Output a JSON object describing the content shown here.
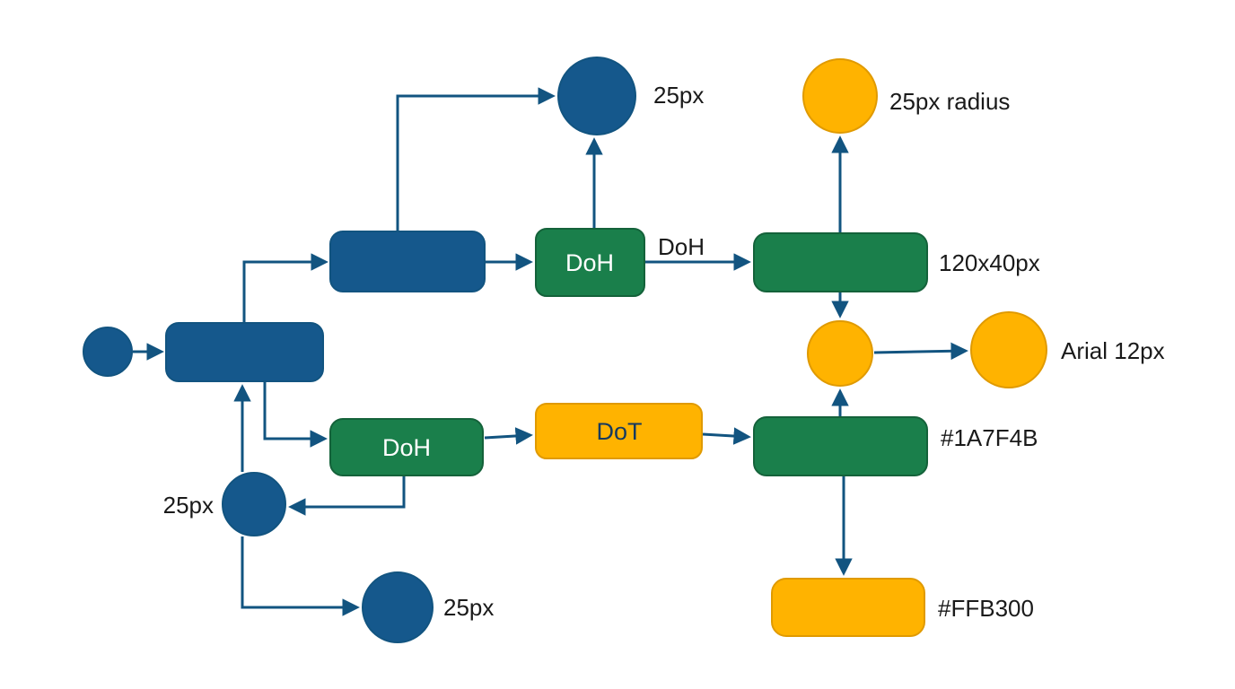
{
  "colors": {
    "background": "#ffffff",
    "blue": "#15588C",
    "green": "#1A7F4B",
    "orange": "#FFB300",
    "edge": "#125480",
    "green-border": "#14623A",
    "orange-border": "#E09A00",
    "label": "#1A1A1A",
    "node-text-light": "#ffffff",
    "node-text-dark": "#163A5F"
  },
  "diagram": {
    "type": "flowchart",
    "nodes": {
      "doh_top": {
        "label": "DoH"
      },
      "doh_bottom": {
        "label": "DoH"
      },
      "dot": {
        "label": "DoT"
      }
    },
    "annotations": {
      "radius_top_blue": "25px",
      "radius_top_orange": "25px radius",
      "edge_label_doh": "DoH",
      "rect_dimensions": "120x40px",
      "font_note": "Arial 12px",
      "green_hex": "#1A7F4B",
      "radius_left_blue": "25px",
      "radius_bottom_blue": "25px",
      "orange_hex": "#FFB300"
    },
    "edges": [
      "start-circle -> blue-rect-main",
      "blue-rect-main -> blue-rect-top",
      "blue-rect-top -> blue-circle-top",
      "blue-rect-top -> doh-rect-top",
      "doh-rect-top -> blue-circle-top",
      "doh-rect-top -> green-rect-right (label: DoH)",
      "green-rect-right -> orange-circle-top",
      "green-rect-right -> orange-circle-mid",
      "orange-circle-mid -> orange-circle-right",
      "blue-rect-main -> doh-rect-bottom",
      "doh-rect-bottom -> dot-rect",
      "dot-rect -> green-rect-bottom",
      "green-rect-bottom -> orange-circle-mid",
      "green-rect-bottom -> orange-rect-bottom",
      "blue-circle-left -> blue-rect-main",
      "doh-rect-bottom -> blue-circle-left",
      "blue-circle-left -> blue-circle-bottom"
    ]
  }
}
